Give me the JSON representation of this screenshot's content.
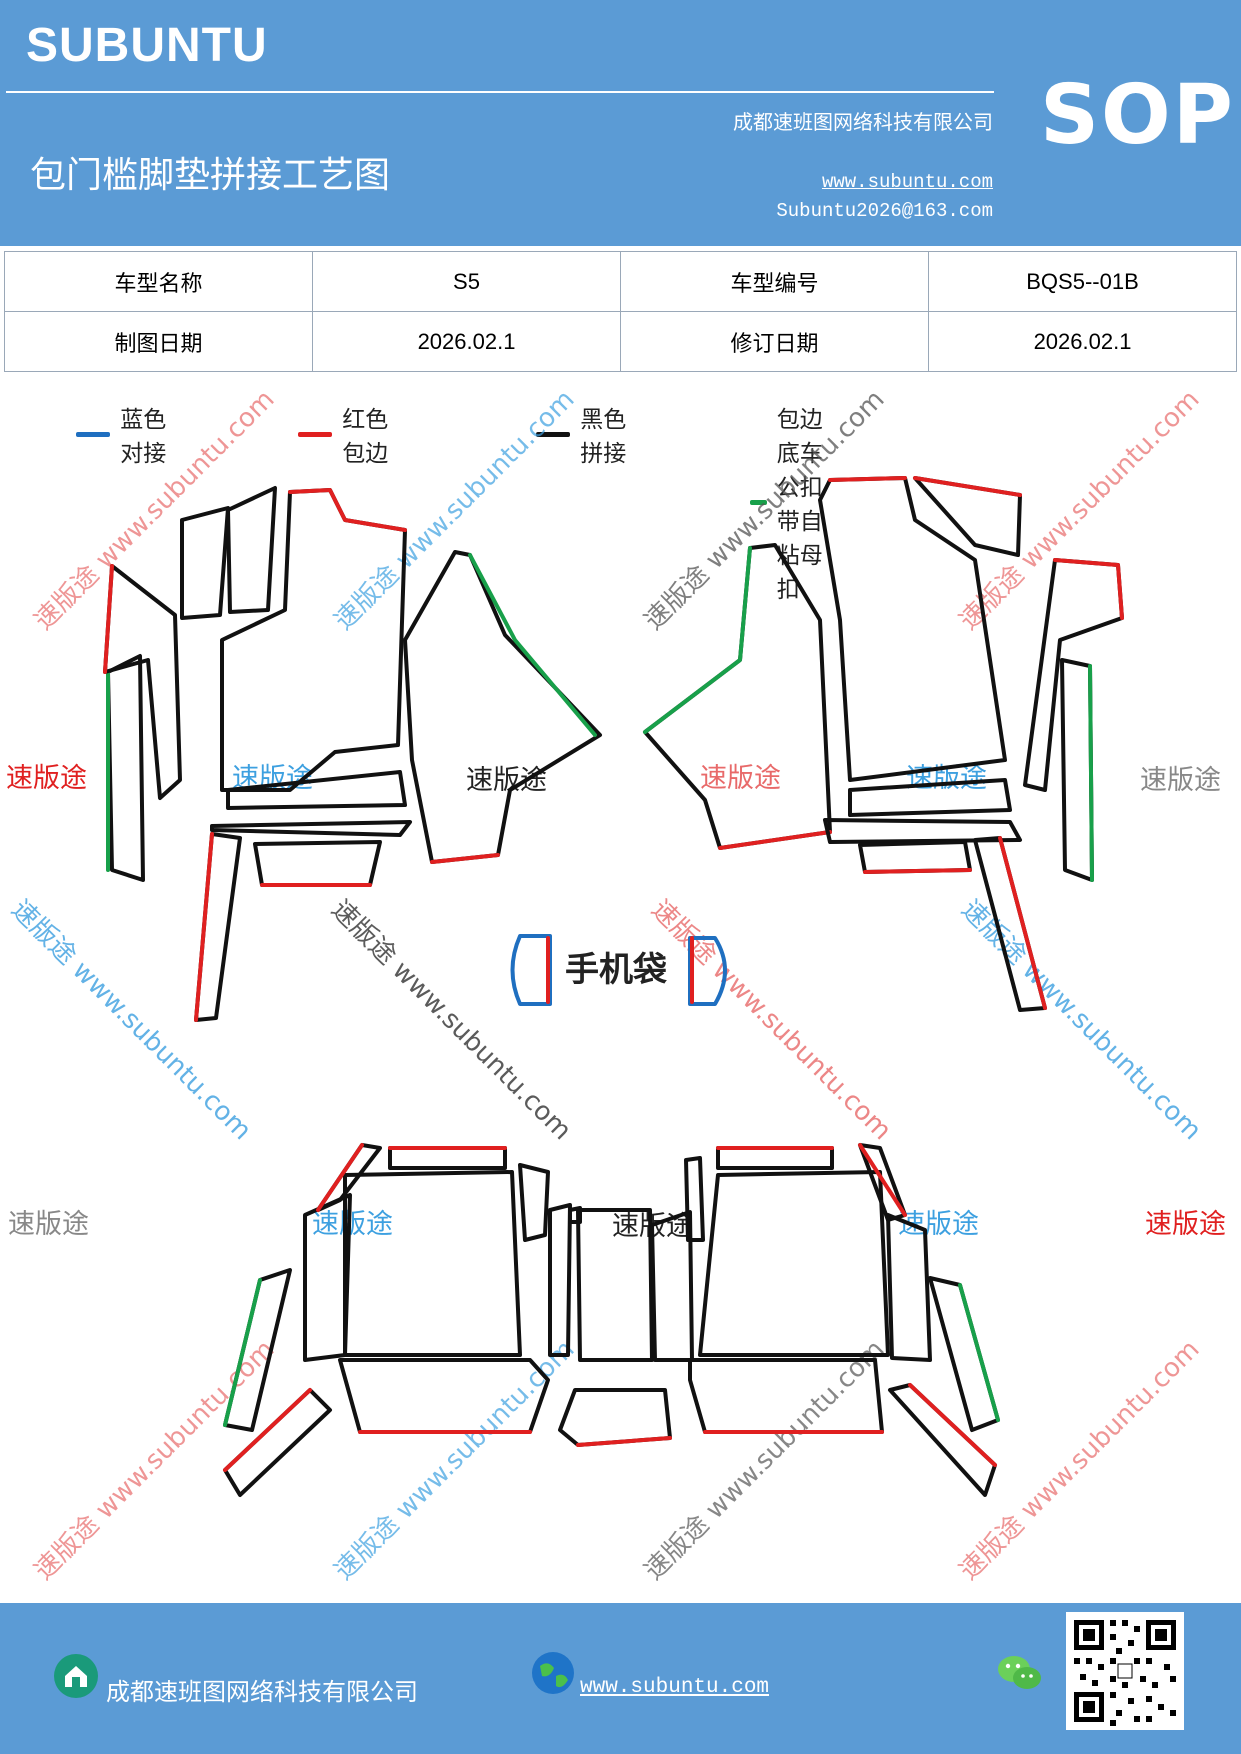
{
  "header": {
    "brand": "SUBUNTU",
    "title": "包门槛脚垫拼接工艺图",
    "company": "成都速班图网络科技有限公司",
    "website": "www.subuntu.com",
    "email": "Subuntu2026@163.com",
    "badge": "SOP"
  },
  "info_table": {
    "model_name_label": "车型名称",
    "model_name_value": "S5",
    "model_code_label": "车型编号",
    "model_code_value": "BQS5--01B",
    "draw_date_label": "制图日期",
    "draw_date_value": "2026.02.1",
    "revise_date_label": "修订日期",
    "revise_date_value": "2026.02.1"
  },
  "legend": [
    {
      "label": "蓝色对接",
      "color": "#1f6fc0"
    },
    {
      "label": "红色包边",
      "color": "#e02020"
    },
    {
      "label": "黑色拼接",
      "color": "#111111"
    },
    {
      "label": "包边底车公扣带自粘母扣",
      "color": "#18a04a"
    }
  ],
  "diagram": {
    "phone_bag_label": "手机袋"
  },
  "watermarks": {
    "brand": "速版途",
    "url": "www.subuntu.com",
    "combined": "速版途 www.subuntu.com"
  },
  "footer": {
    "company": "成都速班图网络科技有限公司",
    "website": "www.subuntu.com",
    "icons": [
      "home-icon",
      "globe-icon",
      "wechat-icon",
      "qr-code"
    ]
  },
  "colors": {
    "header_bg": "#5b9bd5",
    "edge_red": "#e02020",
    "edge_green": "#18a04a",
    "edge_black": "#111111",
    "edge_blue": "#1f6fc0"
  }
}
